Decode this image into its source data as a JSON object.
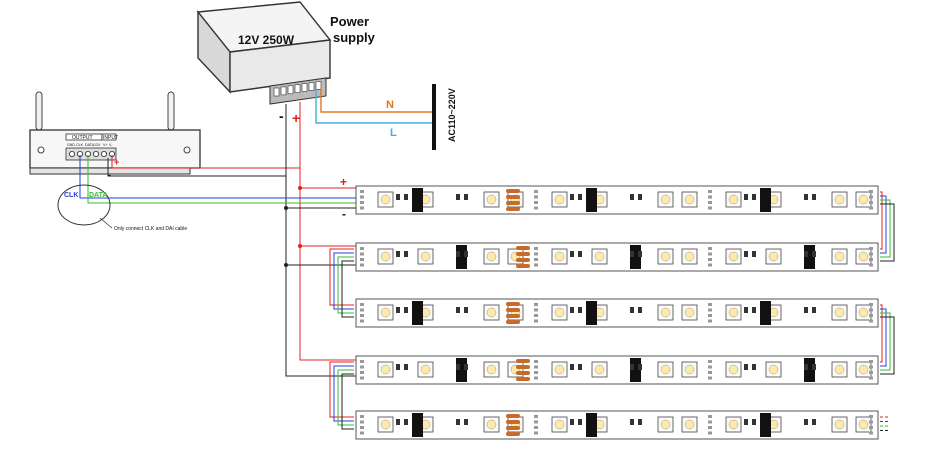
{
  "psu": {
    "rating": "12V 250W",
    "title_line1": "Power",
    "title_line2": "supply",
    "minus": "-",
    "plus": "+"
  },
  "mains": {
    "neutral": "N",
    "live": "L",
    "voltage": "AC110~220V"
  },
  "controller": {
    "output_header": "OUTPUT",
    "input_header": "INPUT",
    "port_labels": [
      "GND",
      "CLK",
      "DATA",
      "12V"
    ],
    "input_port_labels": [
      "V+",
      "V-"
    ],
    "minus": "-",
    "plus": "+"
  },
  "signal": {
    "clk": "CLK",
    "data": "DATA",
    "note": "Only connect CLK and DAI cable"
  },
  "strip": {
    "plus": "+",
    "minus": "-",
    "count": 5
  },
  "colors": {
    "positive": "#e02020",
    "ground": "#222222",
    "clk": "#2a3cdc",
    "data": "#2fbf2f",
    "neutral": "#e07820",
    "live": "#39b6d6",
    "resistor": "#c86a2a"
  }
}
